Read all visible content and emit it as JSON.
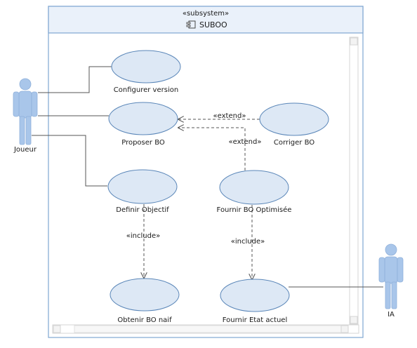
{
  "subsystem": {
    "stereotype": "«subsystem»",
    "name": "SUBOO",
    "icon": "component-icon"
  },
  "actors": [
    {
      "id": "joueur",
      "label": "Joueur"
    },
    {
      "id": "ia",
      "label": "IA"
    }
  ],
  "use_cases": [
    {
      "id": "configurer-version",
      "label": "Configurer version"
    },
    {
      "id": "proposer-bo",
      "label": "Proposer BO"
    },
    {
      "id": "corriger-bo",
      "label": "Corriger BO"
    },
    {
      "id": "definir-objectif",
      "label": "Definir Objectif"
    },
    {
      "id": "fournir-bo-optimisee",
      "label": "Fournir BO Optimisée"
    },
    {
      "id": "obtenir-bo-naif",
      "label": "Obtenir BO naif"
    },
    {
      "id": "fournir-etat-actuel",
      "label": "Fournir Etat actuel"
    }
  ],
  "relations": [
    {
      "label": "«extend»"
    },
    {
      "label": "«extend»"
    },
    {
      "label": "«include»"
    },
    {
      "label": "«include»"
    }
  ],
  "colors": {
    "frame_border": "#7fa7d1",
    "frame_header": "#eaf1fa",
    "ellipse_fill": "#dde8f5",
    "ellipse_stroke": "#5a86b8",
    "actor_fill": "#a9c6ea",
    "line": "#555555"
  }
}
